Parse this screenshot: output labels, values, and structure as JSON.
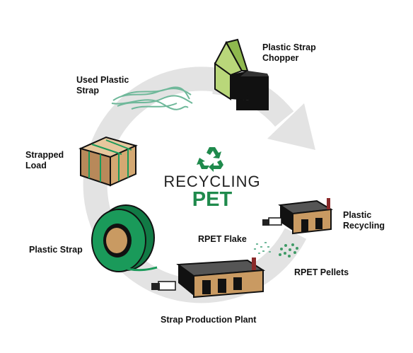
{
  "center": {
    "title": "RECYCLING",
    "subtitle": "PET",
    "icon": "recycle-icon"
  },
  "colors": {
    "accent_green": "#1f8a4c",
    "arrow_gray": "#e3e3e3",
    "strap_green": "#1a9a5a",
    "building_tan": "#c99a62",
    "dark": "#111111"
  },
  "stages": {
    "chopper": {
      "line1": "Plastic Strap",
      "line2": "Chopper"
    },
    "used_strap": {
      "line1": "Used Plastic",
      "line2": "Strap"
    },
    "strapped_load": {
      "line1": "Strapped",
      "line2": "Load"
    },
    "plastic_strap": {
      "label": "Plastic Strap"
    },
    "rpet_flake": {
      "label": "RPET Flake"
    },
    "plastic_recycling": {
      "line1": "Plastic",
      "line2": "Recycling"
    },
    "rpet_pellets": {
      "label": "RPET Pellets"
    },
    "strap_plant": {
      "label": "Strap Production Plant"
    }
  }
}
